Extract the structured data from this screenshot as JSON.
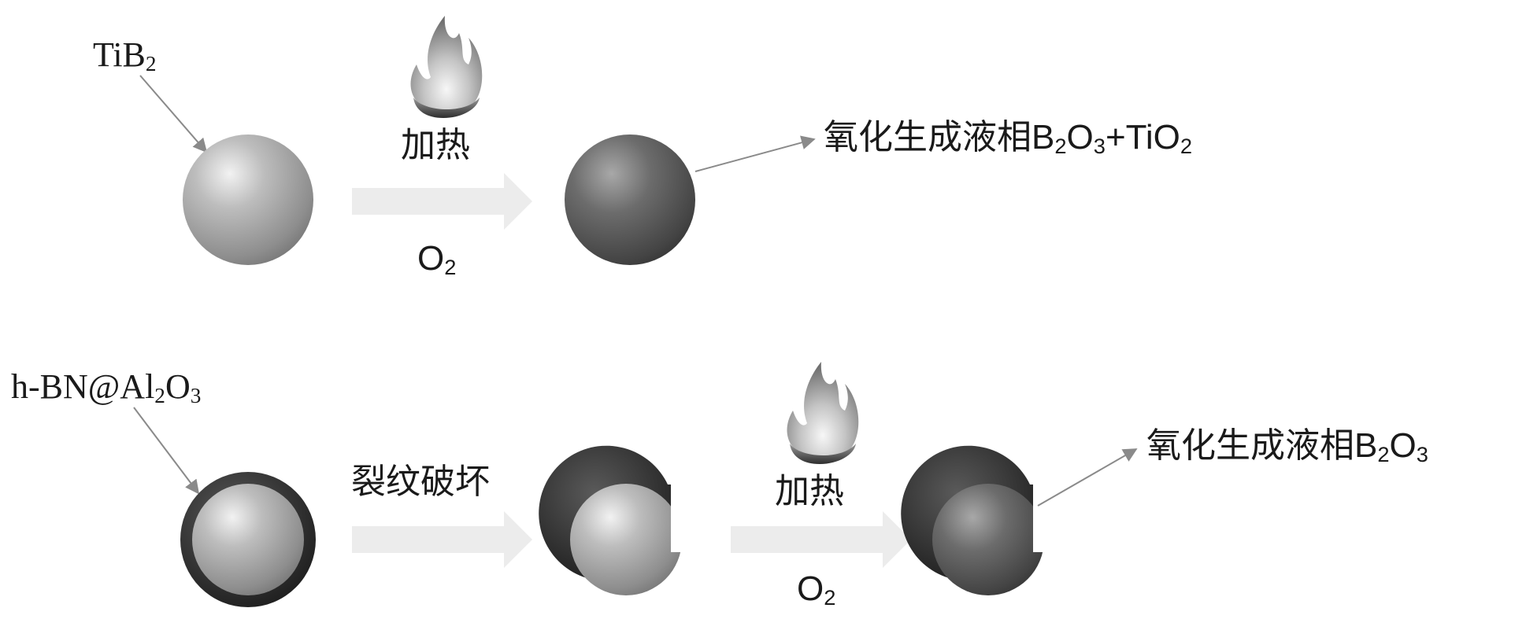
{
  "row1": {
    "material_label": {
      "base": "TiB",
      "sub": "2"
    },
    "step_heat": "加热",
    "step_gas": {
      "base": "O",
      "sub": "2"
    },
    "result": {
      "text": "氧化生成液相",
      "b": "B",
      "b_sub": "2",
      "o": "O",
      "o_sub": "3",
      "plus": "+TiO",
      "ti_sub": "2"
    }
  },
  "row2": {
    "material_label": {
      "pre": "h-BN@Al",
      "sub1": "2",
      "mid": "O",
      "sub2": "3"
    },
    "step_crack": "裂纹破坏",
    "step_heat": "加热",
    "step_gas": {
      "base": "O",
      "sub": "2"
    },
    "result": {
      "text": "氧化生成液相",
      "b": "B",
      "b_sub": "2",
      "o": "O",
      "o_sub": "3"
    }
  },
  "icons": [
    "flame-icon",
    "arrow-icon",
    "particle-icon"
  ],
  "colors": {
    "arrow_fill": "#ececec",
    "particle_light": "#a6a6a6",
    "particle_dark": "#4a4a4a",
    "shell": "#2a2a2a",
    "leader_line": "#8a8a8a"
  }
}
